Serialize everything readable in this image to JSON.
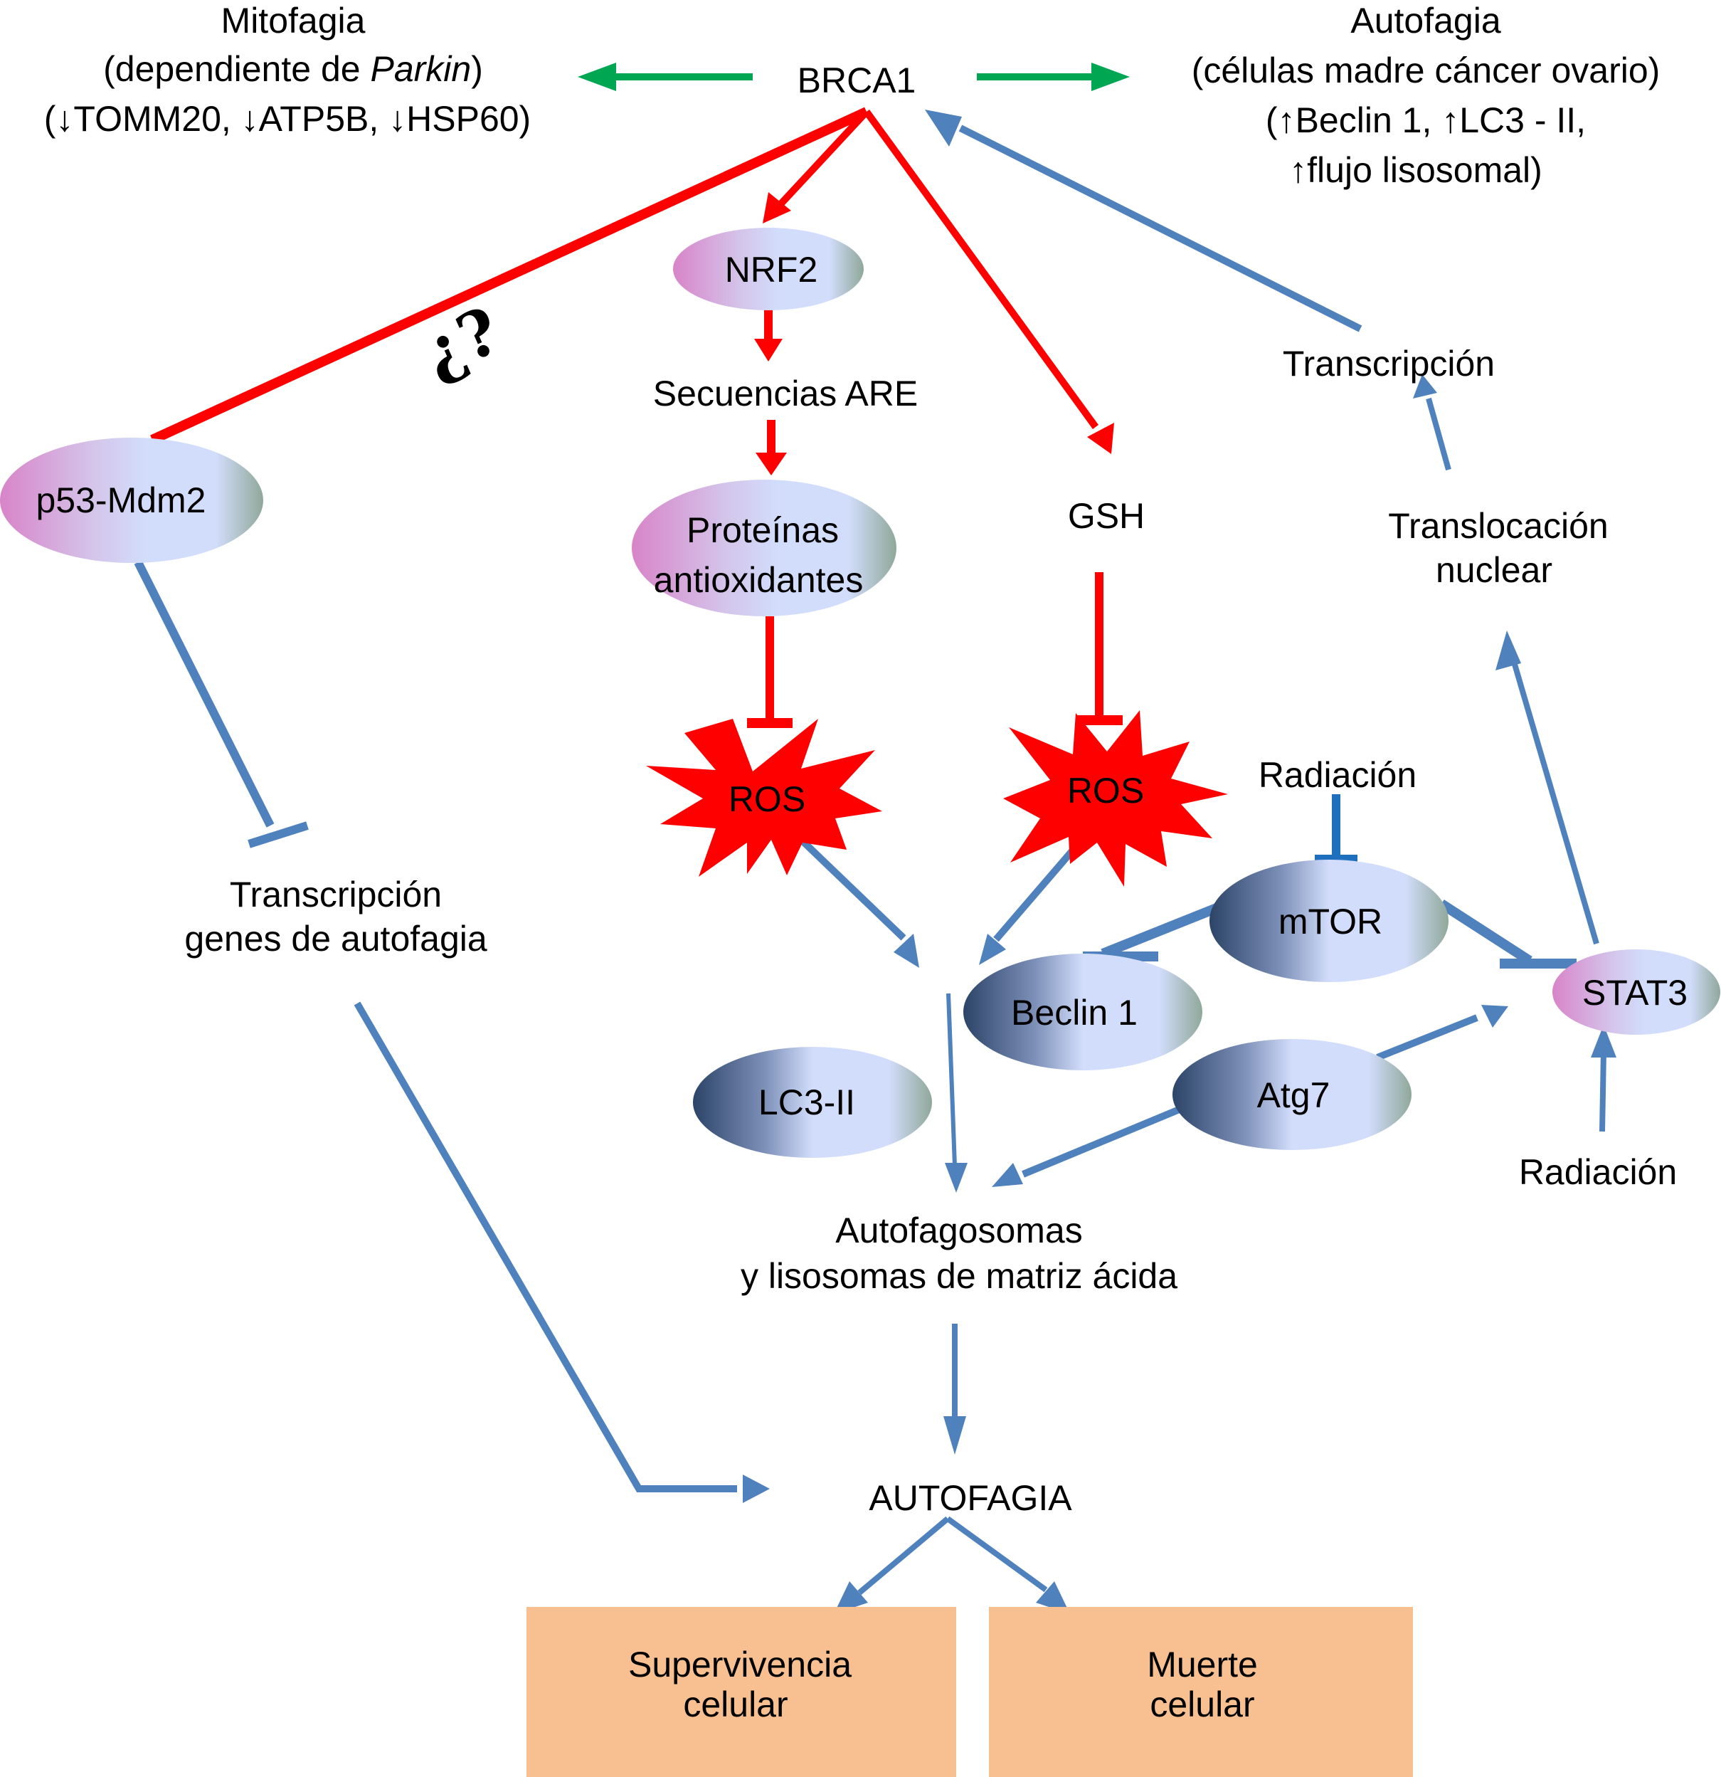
{
  "colors": {
    "green": "#00a651",
    "red": "#ff0000",
    "blue": "#4f81bd",
    "inhibit_blue": "#1f6fbf",
    "outcome_box": "#f8c090",
    "grad_pink": [
      "#d884c8",
      "#d4cfef",
      "#d2ddfb",
      "#8fa89a"
    ],
    "grad_navy": [
      "#2c4468",
      "#8c9fc8",
      "#d2ddfb",
      "#8fa89a"
    ]
  },
  "top_left": {
    "line1": "Mitofagia",
    "line2_prefix": "(dependiente de ",
    "line2_italic": "Parkin",
    "line2_suffix": ")",
    "line3": "(↓TOMM20, ↓ATP5B, ↓HSP60)"
  },
  "top_right": {
    "line1": "Autofagia",
    "line2": "(células madre cáncer ovario)",
    "line3": "(↑Beclin 1, ↑LC3 - II,",
    "line4": "↑flujo lisosomal)"
  },
  "center_top": {
    "brca1": "BRCA1"
  },
  "uncertain_mark": "¿?",
  "nodes": {
    "nrf2": "NRF2",
    "p53": "p53-Mdm2",
    "proteinas_line1": "Proteínas",
    "proteinas_line2": "antioxidantes",
    "mtor": "mTOR",
    "beclin": "Beclin 1",
    "lc3": "LC3-II",
    "atg7": "Atg7",
    "stat3": "STAT3"
  },
  "labels": {
    "secuencias": "Secuencias ARE",
    "gsh": "GSH",
    "ros1": "ROS",
    "ros2": "ROS",
    "radiacion_top": "Radiación",
    "radiacion_bottom": "Radiación",
    "transcripcion_right": "Transcripción",
    "translocacion_line1": "Translocación",
    "translocacion_line2": "nuclear",
    "transcripcion_left_line1": "Transcripción",
    "transcripcion_left_line2": "genes de autofagia",
    "autofagosomas_line1": "Autofagosomas",
    "autofagosomas_line2": "y lisosomas de matriz ácida",
    "autofagia": "AUTOFAGIA"
  },
  "outcomes": [
    {
      "line1": "Supervivencia",
      "line2": "celular"
    },
    {
      "line1": "Muerte",
      "line2": "celular"
    }
  ],
  "edges": [
    {
      "from": "BRCA1",
      "to": "Mitofagia",
      "type": "activation",
      "color": "green"
    },
    {
      "from": "BRCA1",
      "to": "Autofagia (ovario)",
      "type": "activation",
      "color": "green"
    },
    {
      "from": "BRCA1",
      "to": "NRF2",
      "type": "activation",
      "color": "red"
    },
    {
      "from": "BRCA1",
      "to": "GSH",
      "type": "activation",
      "color": "red"
    },
    {
      "from": "BRCA1",
      "to": "p53-Mdm2",
      "type": "uncertain",
      "color": "red"
    },
    {
      "from": "NRF2",
      "to": "Secuencias ARE",
      "type": "activation",
      "color": "red"
    },
    {
      "from": "Secuencias ARE",
      "to": "Proteinas antioxidantes",
      "type": "activation",
      "color": "red"
    },
    {
      "from": "Proteinas antioxidantes",
      "to": "ROS",
      "type": "inhibition",
      "color": "red"
    },
    {
      "from": "GSH",
      "to": "ROS",
      "type": "inhibition",
      "color": "red"
    },
    {
      "from": "ROS",
      "to": "Autofagosomas",
      "type": "activation",
      "color": "blue"
    },
    {
      "from": "p53-Mdm2",
      "to": "Transcripcion genes de autofagia",
      "type": "inhibition",
      "color": "blue"
    },
    {
      "from": "Transcripcion genes de autofagia",
      "to": "AUTOFAGIA",
      "type": "activation",
      "color": "blue"
    },
    {
      "from": "Radiacion",
      "to": "mTOR",
      "type": "inhibition",
      "color": "blue"
    },
    {
      "from": "mTOR",
      "to": "Beclin 1",
      "type": "inhibition",
      "color": "blue"
    },
    {
      "from": "mTOR",
      "to": "STAT3",
      "type": "inhibition",
      "color": "blue"
    },
    {
      "from": "Atg7",
      "to": "STAT3",
      "type": "activation",
      "color": "blue"
    },
    {
      "from": "Atg7",
      "to": "Autofagosomas",
      "type": "activation",
      "color": "blue"
    },
    {
      "from": "Radiacion",
      "to": "STAT3",
      "type": "activation",
      "color": "blue"
    },
    {
      "from": "STAT3",
      "to": "Translocacion nuclear",
      "type": "activation",
      "color": "blue"
    },
    {
      "from": "Translocacion nuclear",
      "to": "Transcripcion",
      "type": "activation",
      "color": "blue"
    },
    {
      "from": "Transcripcion",
      "to": "BRCA1",
      "type": "activation",
      "color": "blue"
    },
    {
      "from": "Autofagosomas",
      "to": "AUTOFAGIA",
      "type": "activation",
      "color": "blue"
    },
    {
      "from": "AUTOFAGIA",
      "to": "Supervivencia celular",
      "type": "activation",
      "color": "blue"
    },
    {
      "from": "AUTOFAGIA",
      "to": "Muerte celular",
      "type": "activation",
      "color": "blue"
    }
  ]
}
